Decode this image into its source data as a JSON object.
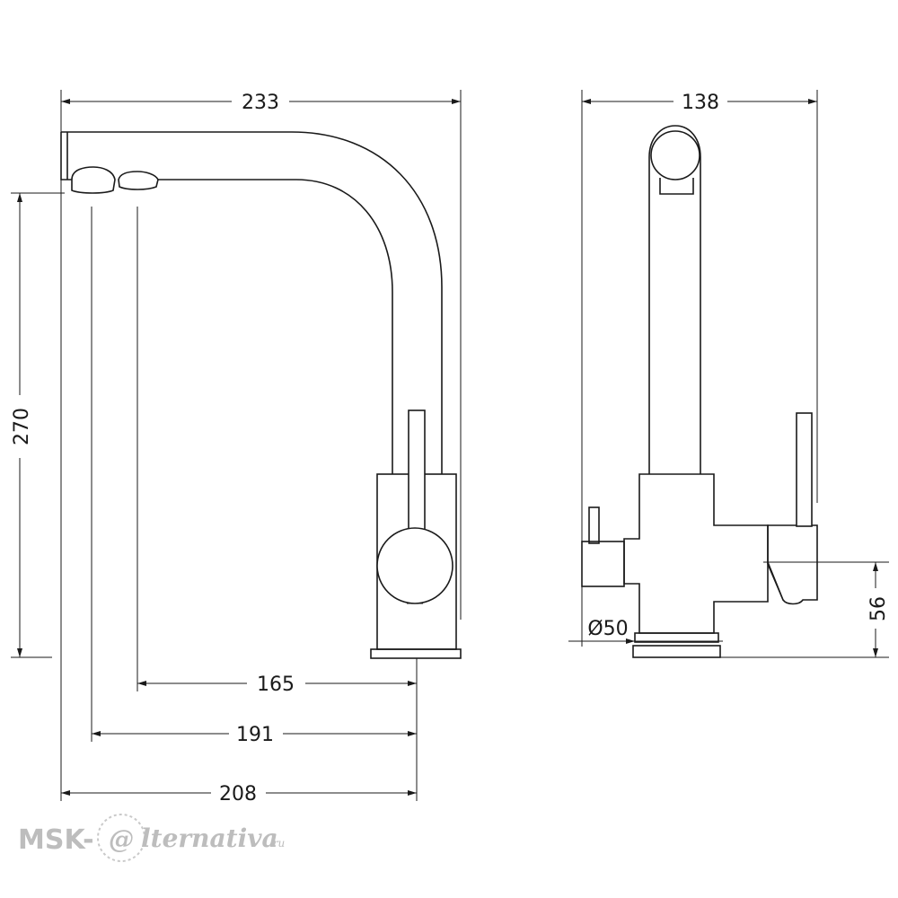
{
  "dimensions": {
    "overall_reach": "233",
    "height": "270",
    "outlet_165": "165",
    "outlet_191": "191",
    "outlet_208": "208",
    "side_width": "138",
    "lever_height": "56",
    "base_diameter": "Ø50"
  },
  "watermark": {
    "prefix": "MSK-",
    "at": "@",
    "word": "lternativa",
    "domain": ".ru"
  },
  "colors": {
    "line": "#1a1a1a",
    "watermark": "#bdbdbd"
  }
}
